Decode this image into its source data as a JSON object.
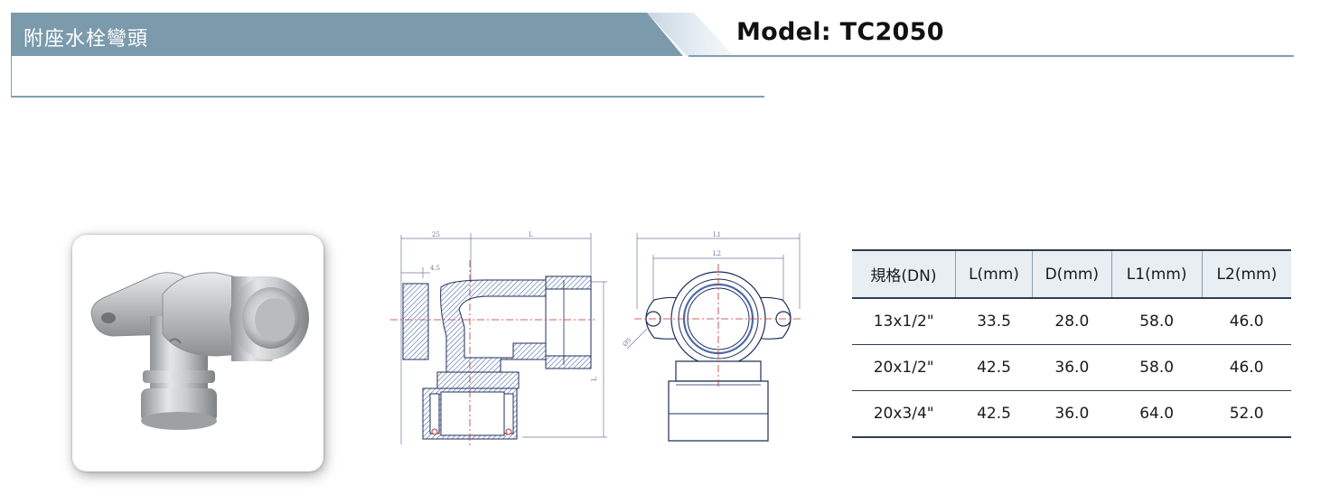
{
  "header": {
    "title": "附座水栓彎頭",
    "model": "Model: TC2050"
  },
  "drawing_labels": {
    "side_top_left": "25",
    "side_top_right": "L",
    "side_inner": "4.5",
    "side_height": "L",
    "front_top_outer": "L1",
    "front_top_inner": "L2",
    "front_hole": "Ø5"
  },
  "table": {
    "headers": [
      "規格(DN)",
      "L(mm)",
      "D(mm)",
      "L1(mm)",
      "L2(mm)"
    ],
    "rows": [
      [
        "13x1/2\"",
        "33.5",
        "28.0",
        "58.0",
        "46.0"
      ],
      [
        "20x1/2\"",
        "42.5",
        "36.0",
        "58.0",
        "46.0"
      ],
      [
        "20x3/4\"",
        "42.5",
        "36.0",
        "64.0",
        "52.0"
      ]
    ]
  },
  "colors": {
    "title_bar": "#7b9aac",
    "rule": "#7f9eb6",
    "table_header_bg": "#e9eef3",
    "hatch": "#4a68a8"
  }
}
